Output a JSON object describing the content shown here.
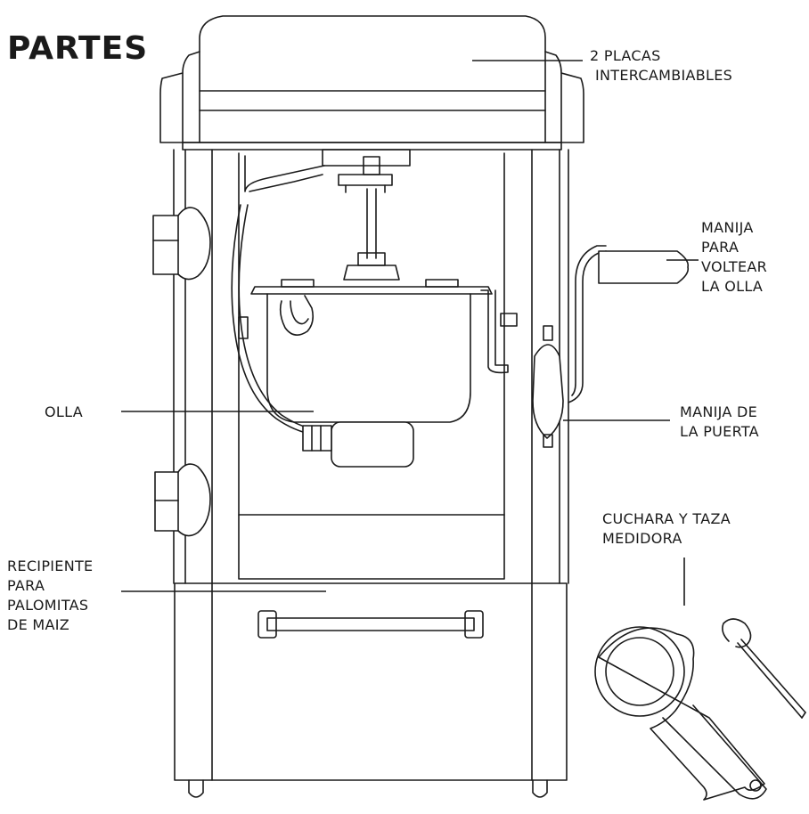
{
  "title": "PARTES",
  "labels": {
    "plates": [
      "2 PLACAS",
      "INTERCAMBIABLES"
    ],
    "flip_handle": [
      "MANIJA",
      "PARA",
      "VOLTEAR",
      "LA OLLA"
    ],
    "pot": [
      "OLLA"
    ],
    "door_handle": [
      "MANIJA DE",
      "LA PUERTA"
    ],
    "spoon_cup": [
      "CUCHARA Y TAZA",
      "MEDIDORA"
    ],
    "container": [
      "RECIPIENTE",
      "PARA",
      "PALOMITAS",
      "DE MAIZ"
    ]
  }
}
